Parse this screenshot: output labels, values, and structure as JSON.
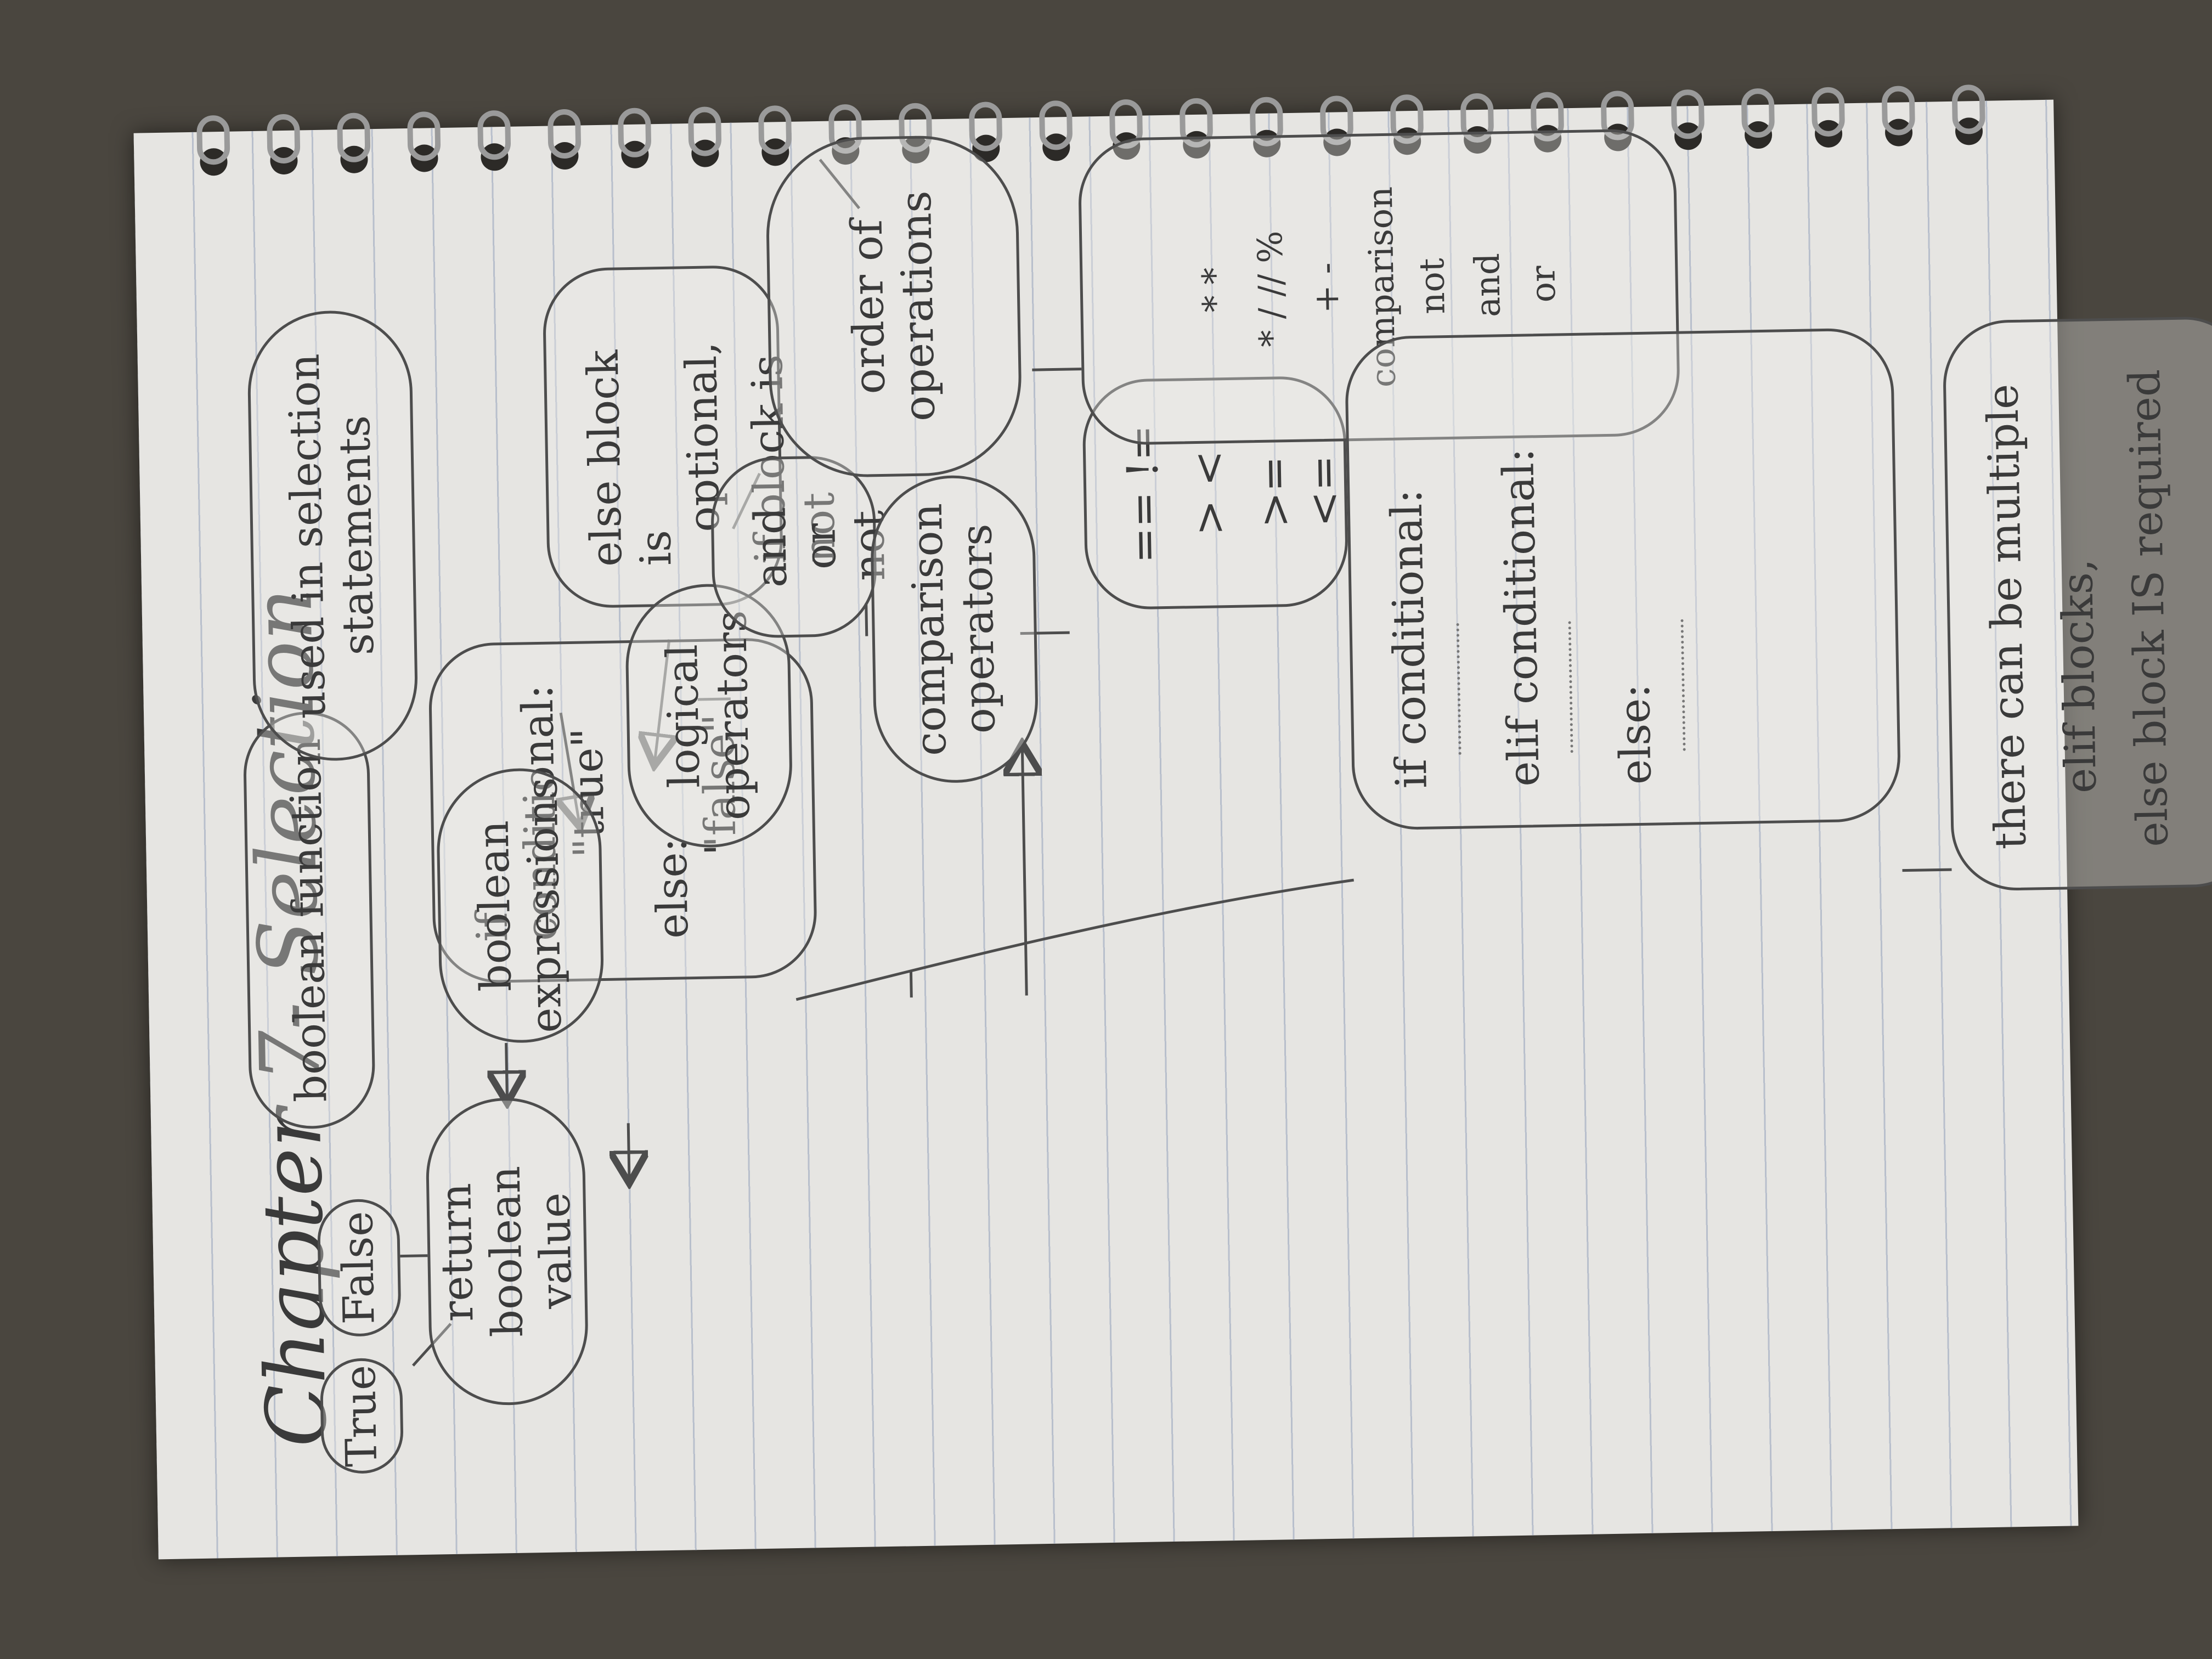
{
  "title": "Chapter 7- Selection",
  "nodes": {
    "true": "True",
    "false": "False",
    "return_boolean_value": [
      "return boolean",
      "value"
    ],
    "boolean_function": "boolean function",
    "used_in_selection": [
      "used in selection",
      "statements"
    ],
    "if_else_code": [
      "if conditional:",
      "\"true\"",
      "else:",
      "\"false\""
    ],
    "else_optional": [
      "else block is",
      "optional,",
      "if block is not"
    ],
    "boolean_expressions": [
      "boolean",
      "expressions"
    ],
    "logical_operators": [
      "logical",
      "operators"
    ],
    "and_or_not": [
      "and",
      "or",
      "not"
    ],
    "comparison_operators": [
      "comparison",
      "operators"
    ],
    "comparison_symbols": [
      "==  !=",
      ">  <",
      ">=  <="
    ],
    "order_of_operations": [
      "order of",
      "operations"
    ],
    "precedence_list": [
      "* *",
      "* / // %",
      "+ -",
      "comparison",
      "not",
      "and",
      "or"
    ],
    "if_elif_else": [
      "if conditional:",
      "elif conditional:",
      "else:"
    ],
    "multiple_elif": [
      "there can be multiple",
      "elif blocks,",
      "else block IS required"
    ]
  }
}
